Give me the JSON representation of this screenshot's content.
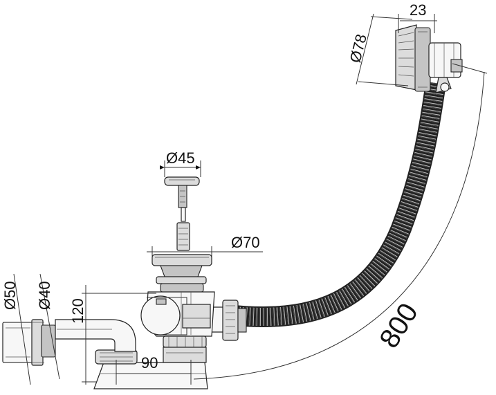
{
  "dimensions": {
    "d23": "23",
    "d78": "Ø78",
    "d45": "Ø45",
    "d70": "Ø70",
    "d50": "Ø50",
    "d40": "Ø40",
    "d120": "120",
    "d90": "90",
    "d800": "800"
  }
}
